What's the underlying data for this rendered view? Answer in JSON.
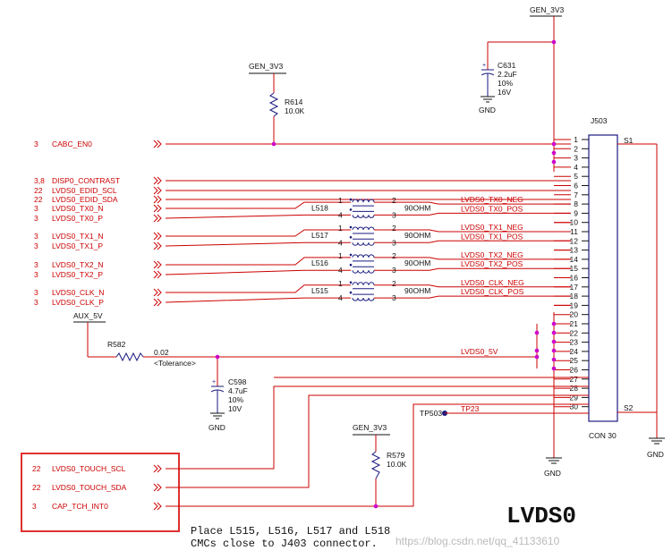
{
  "power": {
    "gen_3v3_top": "GEN_3V3",
    "gen_3v3_r614": "GEN_3V3",
    "gen_3v3_r579": "GEN_3V3",
    "aux_5v": "AUX_5V"
  },
  "components": {
    "c631": {
      "ref": "C631",
      "value": "2.2uF",
      "tol": "10%",
      "volt": "16V"
    },
    "c598": {
      "ref": "C598",
      "value": "4.7uF",
      "tol": "10%",
      "volt": "10V"
    },
    "r614": {
      "ref": "R614",
      "value": "10.0K"
    },
    "r579": {
      "ref": "R579",
      "value": "10.0K"
    },
    "r582": {
      "ref": "R582",
      "value": "0.02",
      "tol": "<Tolerance>"
    },
    "j503": {
      "ref": "J503",
      "name": "CON 30",
      "s1": "S1",
      "s2": "S2"
    },
    "tp503": {
      "ref": "TP503",
      "net": "TP23"
    }
  },
  "chokes": [
    {
      "ref": "L518",
      "ohm": "90OHM",
      "p1": "1",
      "p2": "2",
      "p3": "3",
      "p4": "4",
      "neg": "LVDS0_TX0_NEG",
      "pos": "LVDS0_TX0_POS"
    },
    {
      "ref": "L517",
      "ohm": "90OHM",
      "p1": "1",
      "p2": "2",
      "p3": "3",
      "p4": "4",
      "neg": "LVDS0_TX1_NEG",
      "pos": "LVDS0_TX1_POS"
    },
    {
      "ref": "L516",
      "ohm": "90OHM",
      "p1": "1",
      "p2": "2",
      "p3": "3",
      "p4": "4",
      "neg": "LVDS0_TX2_NEG",
      "pos": "LVDS0_TX2_POS"
    },
    {
      "ref": "L515",
      "ohm": "90OHM",
      "p1": "1",
      "p2": "2",
      "p3": "3",
      "p4": "4",
      "neg": "LVDS0_CLK_NEG",
      "pos": "LVDS0_CLK_POS"
    }
  ],
  "ports": [
    {
      "idx": "3",
      "name": "CABC_EN0"
    },
    {
      "idx": "3,8",
      "name": "DISP0_CONTRAST"
    },
    {
      "idx": "22",
      "name": "LVDS0_EDID_SCL"
    },
    {
      "idx": "22",
      "name": "LVDS0_EDID_SDA"
    },
    {
      "idx": "3",
      "name": "LVDS0_TX0_N"
    },
    {
      "idx": "3",
      "name": "LVDS0_TX0_P"
    },
    {
      "idx": "3",
      "name": "LVDS0_TX1_N"
    },
    {
      "idx": "3",
      "name": "LVDS0_TX1_P"
    },
    {
      "idx": "3",
      "name": "LVDS0_TX2_N"
    },
    {
      "idx": "3",
      "name": "LVDS0_TX2_P"
    },
    {
      "idx": "3",
      "name": "LVDS0_CLK_N"
    },
    {
      "idx": "3",
      "name": "LVDS0_CLK_P"
    }
  ],
  "touch_ports": [
    {
      "idx": "22",
      "name": "LVDS0_TOUCH_SCL"
    },
    {
      "idx": "22",
      "name": "LVDS0_TOUCH_SDA"
    },
    {
      "idx": "3",
      "name": "CAP_TCH_INT0"
    }
  ],
  "nets": {
    "lvds0_5v": "LVDS0_5V"
  },
  "gnd_label": "GND",
  "connector_pins": [
    "1",
    "2",
    "3",
    "4",
    "5",
    "6",
    "7",
    "8",
    "9",
    "10",
    "11",
    "12",
    "13",
    "14",
    "15",
    "16",
    "17",
    "18",
    "19",
    "20",
    "21",
    "22",
    "23",
    "24",
    "25",
    "26",
    "27",
    "28",
    "29",
    "30"
  ],
  "note_line1": "Place L515, L516, L517 and L518",
  "note_line2": "CMCs close to J403 connector.",
  "title": "LVDS0",
  "watermark": "https://blog.csdn.net/qq_41133610",
  "colors": {
    "wire": "#cc0000",
    "component": "#1a1a80",
    "junction": "#cc00cc",
    "highlight": "#e03030"
  }
}
